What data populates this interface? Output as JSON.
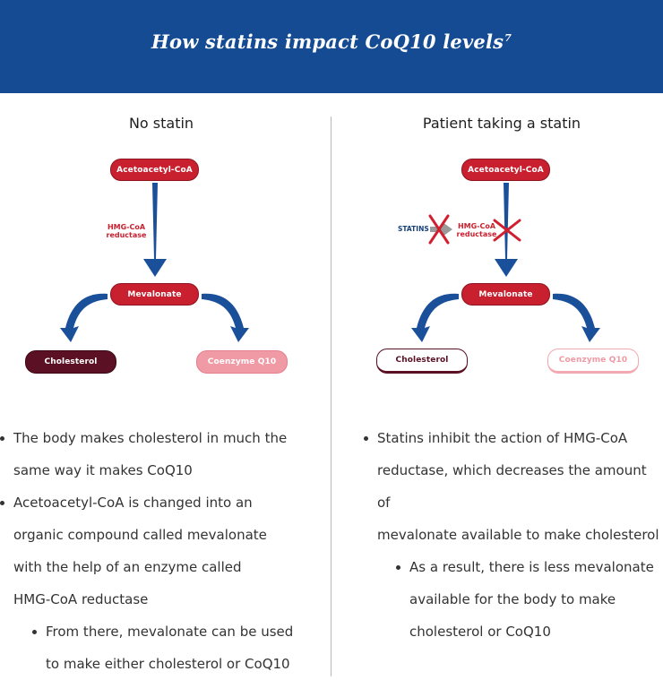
{
  "header": {
    "title": "How statins impact CoQ10 levels",
    "footnote": "7"
  },
  "left": {
    "heading": "No statin",
    "nodes": {
      "acetoacetyl": "Acetoacetyl-CoA",
      "mevalonate": "Mevalonate",
      "cholesterol": "Cholesterol",
      "coq10": "Coenzyme Q10"
    },
    "enzyme_line1": "HMG-CoA",
    "enzyme_line2": "reductase",
    "bullets": [
      "The body makes cholesterol in much the",
      "same way it makes CoQ10",
      "Acetoacetyl-CoA is changed into an",
      "organic compound called mevalonate",
      "with the help of an enzyme called",
      "HMG-CoA reductase",
      "From there, mevalonate can be used",
      "to make either cholesterol or CoQ10"
    ]
  },
  "right": {
    "heading": "Patient taking a statin",
    "nodes": {
      "acetoacetyl": "Acetoacetyl-CoA",
      "mevalonate": "Mevalonate",
      "cholesterol": "Cholesterol",
      "coq10": "Coenzyme Q10"
    },
    "statins_label": "STATINS",
    "enzyme_line1": "HMG-CoA",
    "enzyme_line2": "reductase",
    "bullets": [
      "Statins inhibit the action of HMG-CoA",
      "reductase, which decreases the amount of",
      "mevalonate available to make cholesterol",
      "As a result, there is less mevalonate",
      "available for the body to make",
      "cholesterol or CoQ10"
    ]
  },
  "colors": {
    "header_blue": "#154b93",
    "pathway_red": "#c8202f",
    "cholesterol_dark": "#5b1123",
    "coq10_pink": "#f09aa5",
    "arrow_blue": "#1a4f9a"
  },
  "icons": [
    "down-arrow-icon",
    "curved-arrow-icon",
    "x-mark-icon",
    "right-arrow-icon"
  ]
}
